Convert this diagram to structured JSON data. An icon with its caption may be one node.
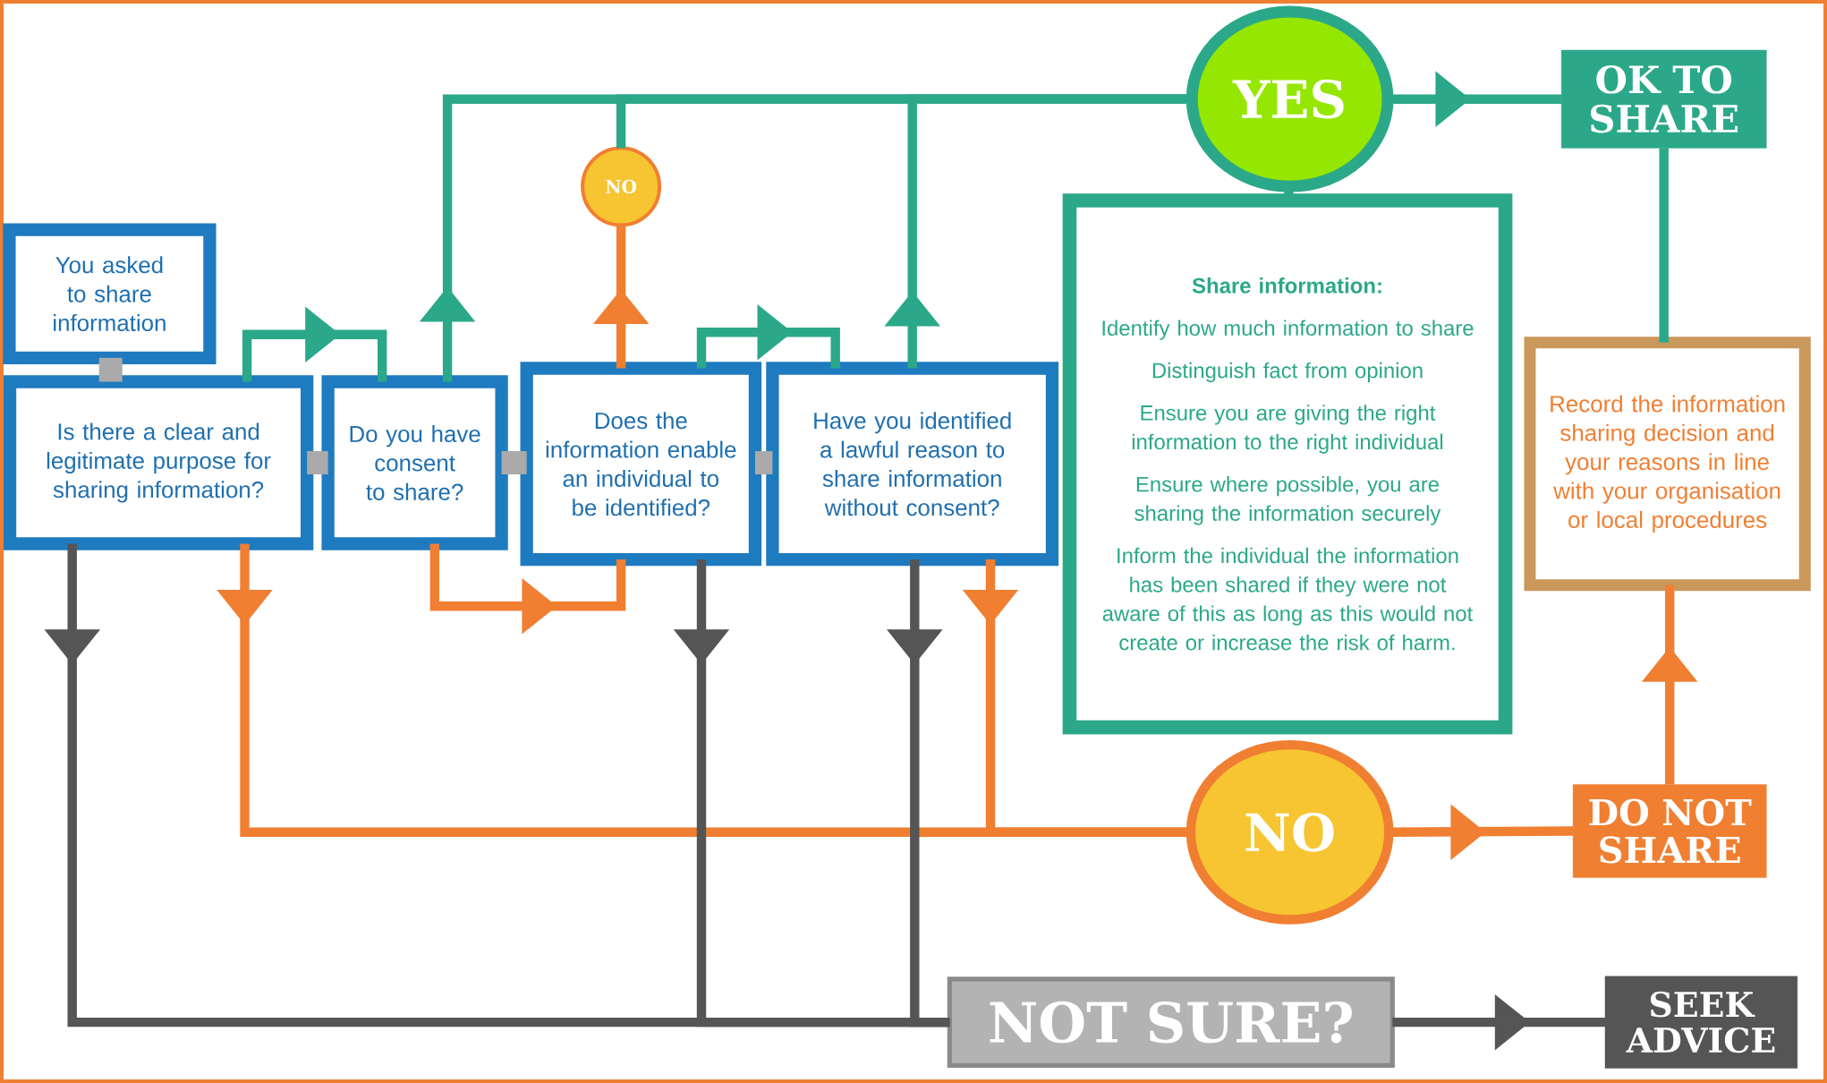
{
  "diagram": {
    "nodes": [
      {
        "text": [
          "You asked to share information"
        ]
      },
      {
        "text": [
          "Is there a clear and legitimate purpose for sharing information?"
        ]
      },
      {
        "text": [
          "Do you have consent to share?"
        ]
      },
      {
        "text": [
          "Does the information enable an individual to be identified?"
        ]
      },
      {
        "text": [
          "Have you identified a lawful reason to share information without consent?"
        ]
      },
      {
        "text": [
          "NO"
        ]
      },
      {
        "text": [
          "YES"
        ]
      },
      {
        "text": [
          "OK TO SHARE"
        ]
      },
      {
        "text": [
          "Share information:",
          "Identify how much information to share",
          "Distinguish fact from opinion",
          "Ensure you are giving the right information to the right individual",
          "Ensure where possible, you are sharing the information securely",
          "Inform the individual the information has been shared if they were not aware of this as long as this would not create or increase the risk of harm."
        ]
      },
      {
        "text": [
          "Record the information sharing decision and your reasons in line with your organisation or local procedures"
        ]
      },
      {
        "text": [
          "NO"
        ]
      },
      {
        "text": [
          "DO NOT SHARE"
        ]
      },
      {
        "text": [
          "NOT SURE?"
        ]
      },
      {
        "text": [
          "SEEK ADVICE"
        ]
      }
    ],
    "edges": [
      {
        "from": 0,
        "to": 1,
        "arrow": "none",
        "style": "thick",
        "color": "#aaaaaa"
      },
      {
        "from": 1,
        "to": 2,
        "arrow": "to"
      },
      {
        "from": 1,
        "to": 2,
        "arrow": "none",
        "style": "thick",
        "color": "#aaaaaa"
      },
      {
        "from": 2,
        "to": 3,
        "arrow": "none",
        "style": "thick",
        "color": "#aaaaaa"
      },
      {
        "from": 3,
        "to": 4,
        "arrow": "none",
        "style": "thick",
        "color": "#aaaaaa"
      },
      {
        "from": 2,
        "to": 6,
        "arrow": "to"
      },
      {
        "from": 2,
        "to": 3,
        "arrow": "to",
        "color": "#f07f32"
      },
      {
        "from": 3,
        "to": 5,
        "arrow": "to",
        "color": "#f07f32"
      },
      {
        "from": 5,
        "to": 6,
        "arrow": "none"
      },
      {
        "from": 3,
        "to": 4,
        "arrow": "to"
      },
      {
        "from": 4,
        "to": 6,
        "arrow": "to"
      },
      {
        "from": 6,
        "to": 7,
        "arrow": "to"
      },
      {
        "from": 6,
        "to": 8,
        "arrow": "none"
      },
      {
        "from": 7,
        "to": 9,
        "arrow": "none"
      },
      {
        "from": 1,
        "to": 10,
        "arrow": "to",
        "color": "#f07f32"
      },
      {
        "from": 4,
        "to": 10,
        "arrow": "to",
        "color": "#f07f32"
      },
      {
        "from": 10,
        "to": 11,
        "arrow": "to",
        "color": "#f07f32"
      },
      {
        "from": 11,
        "to": 9,
        "arrow": "to",
        "color": "#f07f32"
      },
      {
        "from": 1,
        "to": 12,
        "arrow": "to",
        "color": "#555555"
      },
      {
        "from": 3,
        "to": 12,
        "arrow": "to",
        "color": "#555555"
      },
      {
        "from": 4,
        "to": 12,
        "arrow": "to",
        "color": "#555555"
      },
      {
        "from": 12,
        "to": 13,
        "arrow": "to",
        "color": "#555555"
      }
    ]
  }
}
